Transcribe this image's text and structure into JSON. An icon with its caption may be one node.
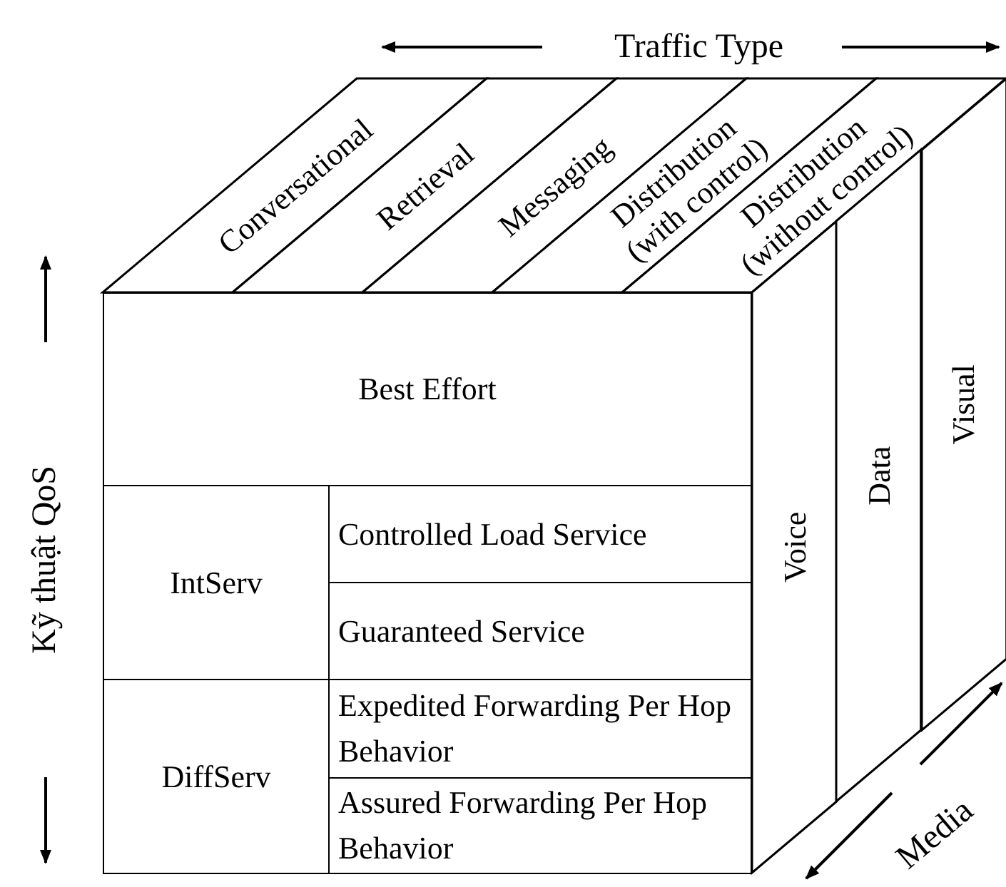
{
  "diagram": {
    "nodes": [
      {
        "text": [
          "Conversational"
        ]
      },
      {
        "text": [
          "Retrieval"
        ]
      },
      {
        "text": [
          "Messaging"
        ]
      },
      {
        "text": [
          "Distribution (with control)"
        ]
      },
      {
        "text": [
          "Distribution (without control)"
        ]
      },
      {
        "text": [
          "Best Effort"
        ]
      },
      {
        "text": [
          "IntServ"
        ]
      },
      {
        "text": [
          "Controlled Load Service"
        ]
      },
      {
        "text": [
          "Guaranteed Service"
        ]
      },
      {
        "text": [
          "DiffServ"
        ]
      },
      {
        "text": [
          "Expedited Forwarding Per Hop Behavior"
        ]
      },
      {
        "text": [
          "Assured Forwarding Per Hop Behavior"
        ]
      },
      {
        "text": [
          "Voice"
        ]
      },
      {
        "text": [
          "Data"
        ]
      },
      {
        "text": [
          "Visual"
        ]
      }
    ],
    "labels": [
      "Traffic Type",
      "Kỹ thuật QoS",
      "Media"
    ]
  }
}
